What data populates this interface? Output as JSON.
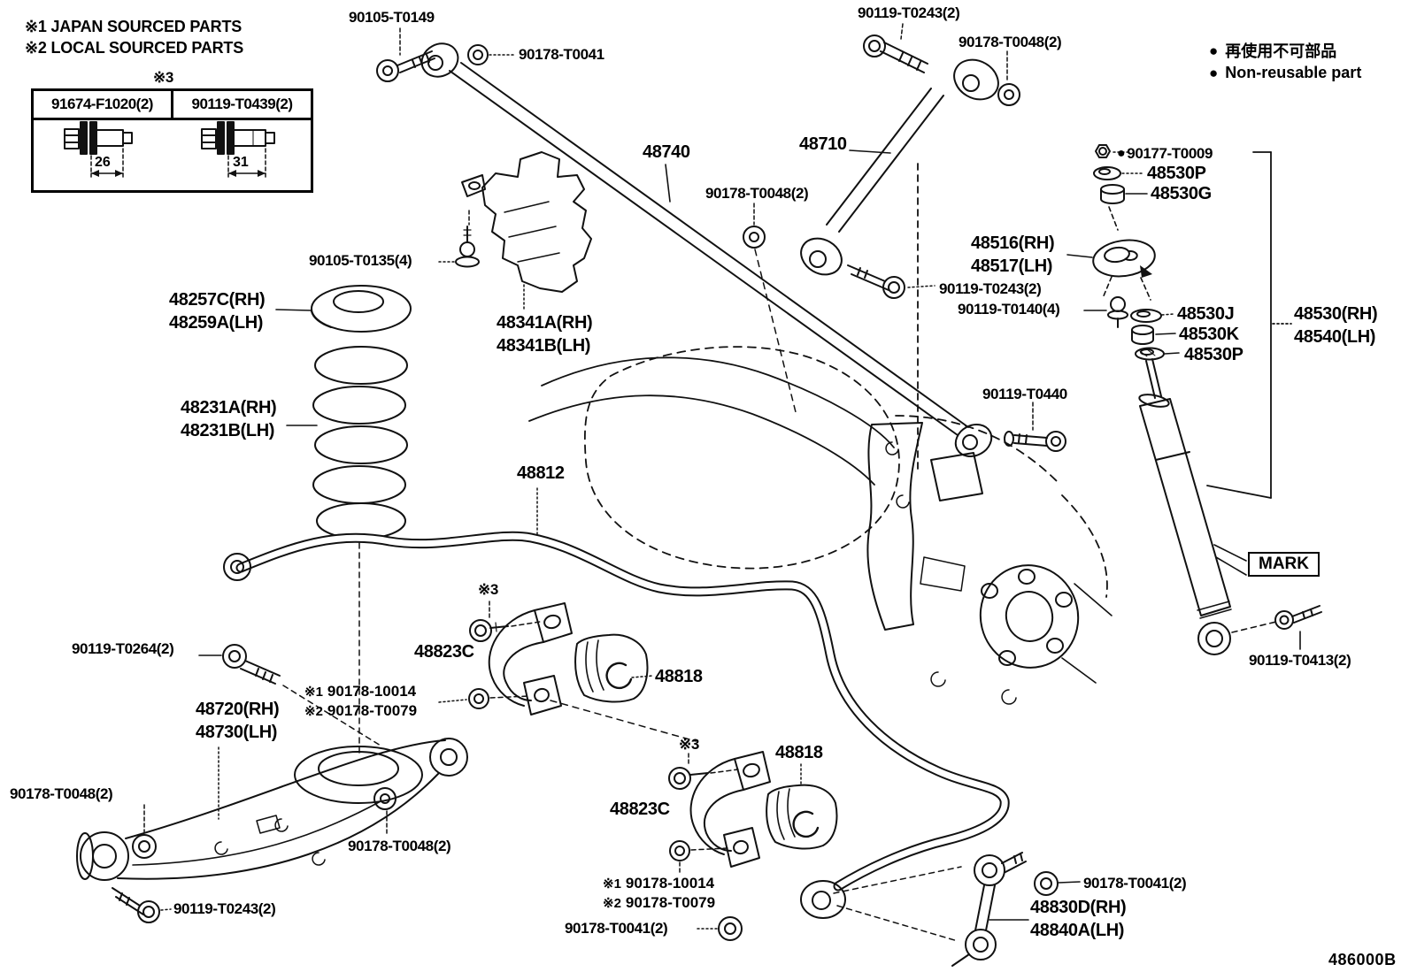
{
  "title_notes": {
    "n1": "※1 JAPAN SOURCED PARTS",
    "n2": "※2 LOCAL SOURCED PARTS"
  },
  "inset": {
    "ref": "※3",
    "col1": {
      "part": "91674-F1020(2)",
      "dim": "26"
    },
    "col2": {
      "part": "90119-T0439(2)",
      "dim": "31"
    }
  },
  "legend": {
    "bullet": "●",
    "jp": "再使用不可部品",
    "en": "Non-reusable part"
  },
  "mark": "MARK",
  "code": "486000B",
  "parts": {
    "b90105_t0149": "90105-T0149",
    "n90178_t0041": "90178-T0041",
    "b90119_t0243_top": "90119-T0243(2)",
    "n90178_t0048_top": "90178-T0048(2)",
    "a48710": "48710",
    "a48740": "48740",
    "n90178_t0048_mid": "90178-T0048(2)",
    "b90105_t0135": "90105-T0135(4)",
    "p48257": {
      "l1": "48257C(RH)",
      "l2": "48259A(LH)"
    },
    "p48341": {
      "l1": "48341A(RH)",
      "l2": "48341B(LH)"
    },
    "p48231": {
      "l1": "48231A(RH)",
      "l2": "48231B(LH)"
    },
    "p48516": {
      "l1": "48516(RH)",
      "l2": "48517(LH)"
    },
    "b90119_t0243_r": "90119-T0243(2)",
    "b90119_t0140": "90119-T0140(4)",
    "n90177_t0009": "90177-T0009",
    "w48530p1": "48530P",
    "c48530g": "48530G",
    "w48530j": "48530J",
    "c48530k": "48530K",
    "w48530p2": "48530P",
    "p48530": {
      "l1": "48530(RH)",
      "l2": "48540(LH)"
    },
    "b90119_t0440": "90119-T0440",
    "b90119_t0413": "90119-T0413(2)",
    "a48812": "48812",
    "ref3": "※3",
    "p48823c": "48823C",
    "p48818": "48818",
    "b90119_t0264": "90119-T0264(2)",
    "note1": {
      "ref": "※1",
      "part": "90178-10014"
    },
    "note2": {
      "ref": "※2",
      "part": "90178-T0079"
    },
    "p48720": {
      "l1": "48720(RH)",
      "l2": "48730(LH)"
    },
    "n90178_t0048_l": "90178-T0048(2)",
    "n90178_t0048_r": "90178-T0048(2)",
    "b90119_t0243_b": "90119-T0243(2)",
    "n90178_t0041_2": "90178-T0041(2)",
    "n90178_t0041_3": "90178-T0041(2)",
    "p48830": {
      "l1": "48830D(RH)",
      "l2": "48840A(LH)"
    }
  }
}
